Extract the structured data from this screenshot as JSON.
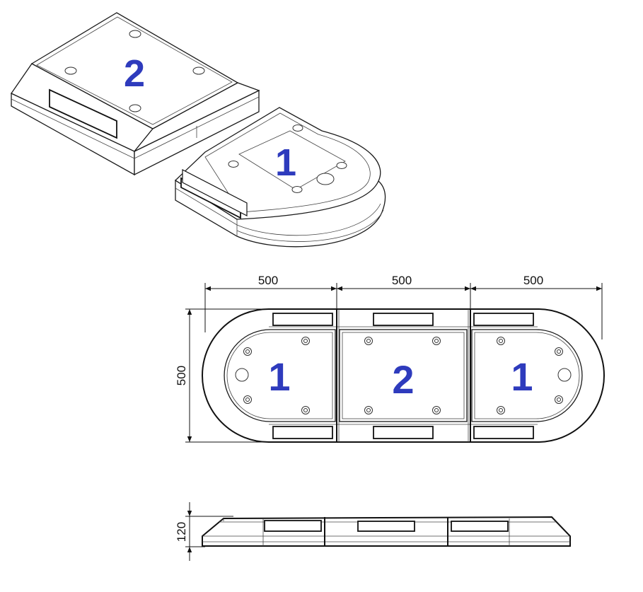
{
  "iso_view": {
    "module_2_label": "2",
    "module_1_label": "1"
  },
  "top_view": {
    "dimensions": {
      "width_left": "500",
      "width_middle": "500",
      "width_right": "500",
      "depth": "500"
    },
    "module_labels": {
      "left": "1",
      "middle": "2",
      "right": "1"
    }
  },
  "side_view": {
    "height_dimension": "120"
  }
}
